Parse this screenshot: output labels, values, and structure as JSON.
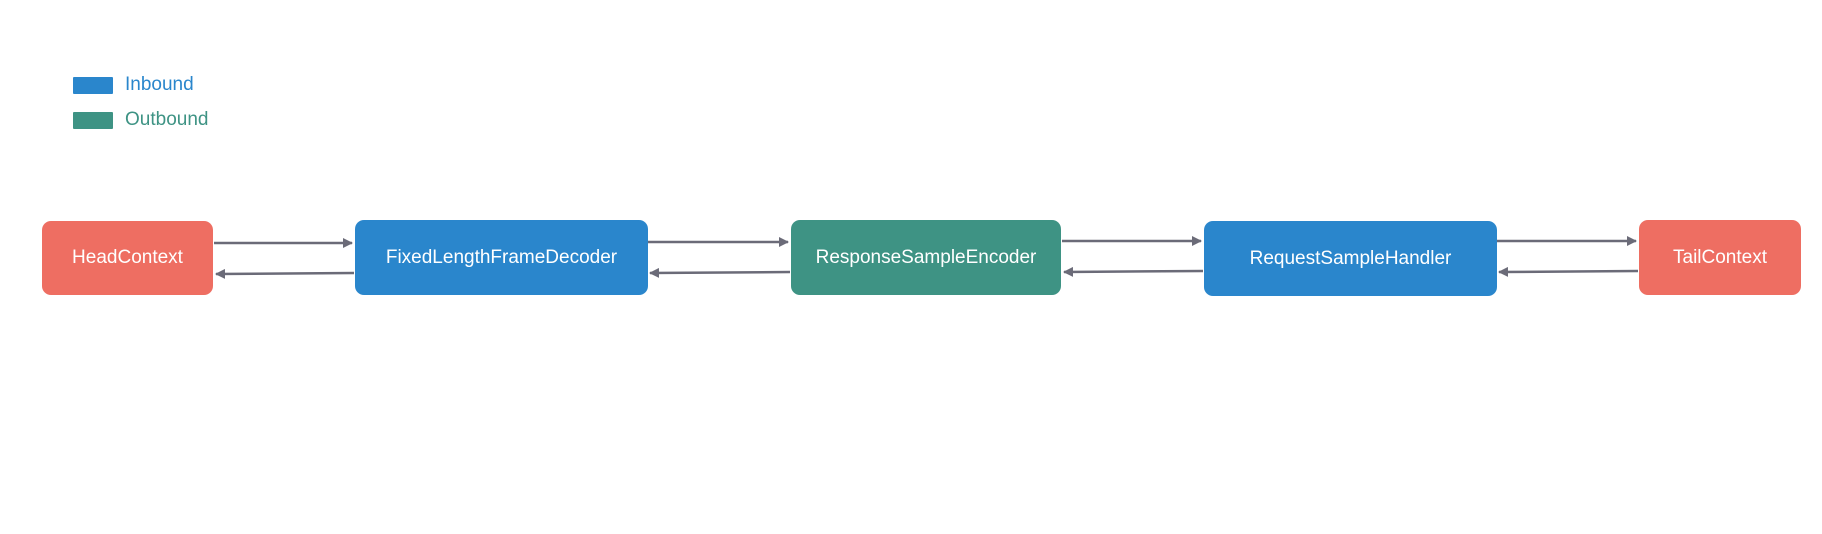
{
  "colors": {
    "inbound": "#2a86cc",
    "outbound": "#3e9384",
    "context": "#ee6e62",
    "arrow": "#6b6b78",
    "text_on_node": "#ffffff"
  },
  "legend": {
    "items": [
      {
        "label": "Inbound",
        "color": "#2a86cc"
      },
      {
        "label": "Outbound",
        "color": "#3e9384"
      }
    ]
  },
  "pipeline": {
    "nodes": [
      {
        "id": "head",
        "label": "HeadContext",
        "kind": "context"
      },
      {
        "id": "decoder",
        "label": "FixedLengthFrameDecoder",
        "kind": "inbound"
      },
      {
        "id": "encoder",
        "label": "ResponseSampleEncoder",
        "kind": "outbound"
      },
      {
        "id": "handler",
        "label": "RequestSampleHandler",
        "kind": "inbound"
      },
      {
        "id": "tail",
        "label": "TailContext",
        "kind": "context"
      }
    ]
  }
}
